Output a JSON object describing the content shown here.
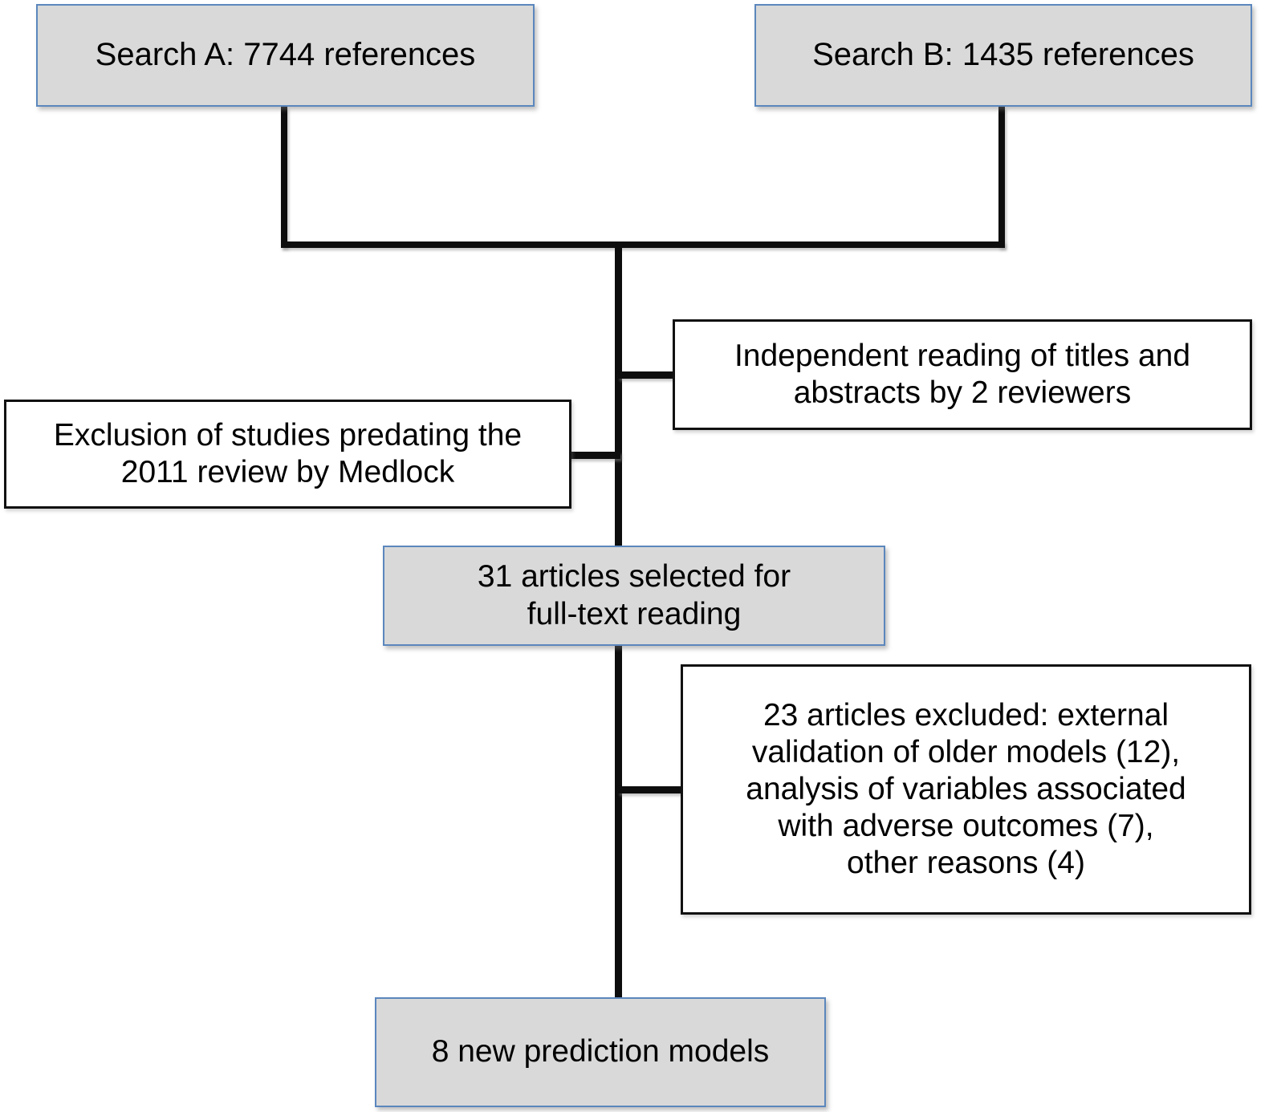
{
  "diagram": {
    "type": "flowchart",
    "title": "Study selection flow diagram",
    "orientation": "top-to-bottom",
    "colors": {
      "filled_box_background": "#d9d9d9",
      "filled_box_border": "#5b87bd",
      "outline_box_border": "#111111",
      "outline_box_background": "#ffffff",
      "connector": "#0d0d0d",
      "text": "#000000",
      "page_background": "#ffffff"
    },
    "nodes": [
      {
        "id": "search-a",
        "label": "Search A: 7744 references",
        "style": "filled",
        "count": 7744
      },
      {
        "id": "search-b",
        "label": "Search B: 1435 references",
        "style": "filled",
        "count": 1435
      },
      {
        "id": "independent-reading",
        "label": "Independent reading of titles and\nabstracts by 2 reviewers",
        "style": "outline",
        "reviewers": 2
      },
      {
        "id": "exclusion-predating",
        "label": "Exclusion of studies predating the\n2011 review by Medlock",
        "style": "outline",
        "year": 2011
      },
      {
        "id": "articles-selected",
        "label": "31 articles selected for\nfull-text reading",
        "style": "filled",
        "count": 31
      },
      {
        "id": "articles-excluded",
        "label": "23 articles excluded: external\nvalidation of older models (12),\nanalysis of variables associated\nwith adverse outcomes (7),\nother reasons (4)",
        "style": "outline",
        "count": 23,
        "reasons": [
          {
            "reason": "external validation of older models",
            "n": 12
          },
          {
            "reason": "analysis of variables associated with adverse outcomes",
            "n": 7
          },
          {
            "reason": "other reasons",
            "n": 4
          }
        ]
      },
      {
        "id": "new-models",
        "label": "8 new prediction models",
        "style": "filled",
        "count": 8
      }
    ],
    "edges": [
      {
        "from": "search-a",
        "to": "articles-selected",
        "kind": "elbow-merge"
      },
      {
        "from": "search-b",
        "to": "articles-selected",
        "kind": "elbow-merge"
      },
      {
        "from": "spine",
        "to": "independent-reading",
        "kind": "side-stub-right"
      },
      {
        "from": "exclusion-predating",
        "to": "spine",
        "kind": "side-stub-left"
      },
      {
        "from": "articles-selected",
        "to": "new-models",
        "kind": "vertical"
      },
      {
        "from": "spine-lower",
        "to": "articles-excluded",
        "kind": "side-stub-right"
      }
    ]
  }
}
